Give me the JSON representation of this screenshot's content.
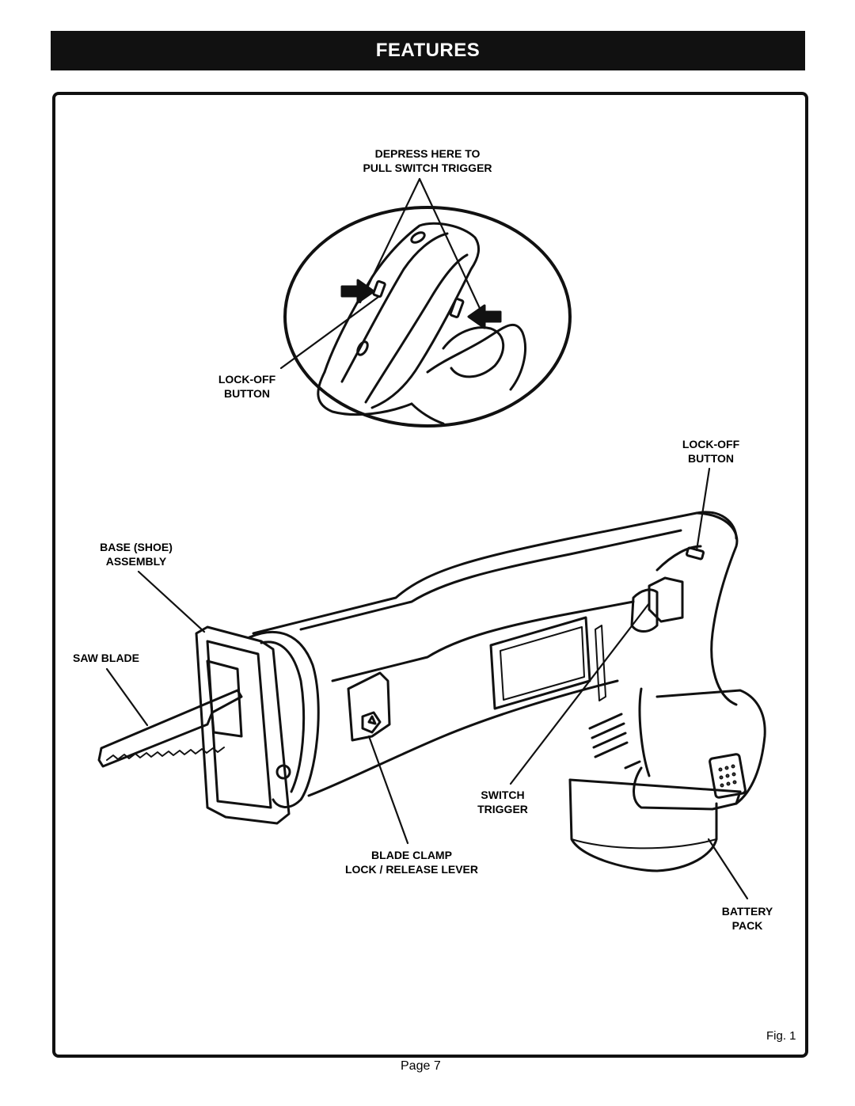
{
  "header": {
    "title": "FEATURES"
  },
  "labels": {
    "depress_line1": "DEPRESS HERE TO",
    "depress_line2": "PULL SWITCH TRIGGER",
    "lockoff_inset_line1": "LOCK-OFF",
    "lockoff_inset_line2": "BUTTON",
    "lockoff_main_line1": "LOCK-OFF",
    "lockoff_main_line2": "BUTTON",
    "base_shoe_line1": "BASE (SHOE)",
    "base_shoe_line2": "ASSEMBLY",
    "saw_blade": "SAW BLADE",
    "switch_trigger_line1": "SWITCH",
    "switch_trigger_line2": "TRIGGER",
    "blade_clamp_line1": "BLADE CLAMP",
    "blade_clamp_line2": "LOCK / RELEASE LEVER",
    "battery_line1": "BATTERY",
    "battery_line2": "PACK"
  },
  "footer": {
    "figure": "Fig. 1",
    "page": "Page 7"
  }
}
